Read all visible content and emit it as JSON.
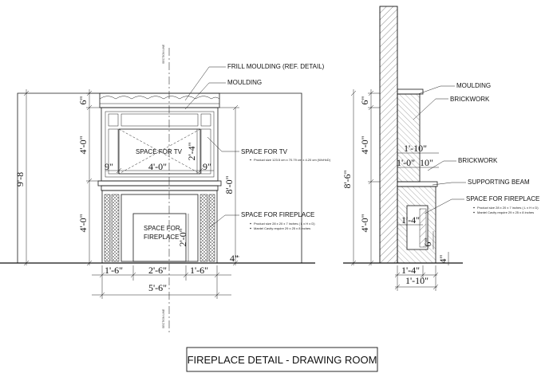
{
  "title": "FIREPLACE DETAIL - DRAWING ROOM",
  "section_line": "SECTION LINE",
  "front": {
    "frill_label": "FRILL MOULDING (REF. DETAIL)",
    "moulding_label": "MOULDING",
    "tv_label": "SPACE FOR TV",
    "tv_callout": "SPACE FOR TV",
    "tv_note": "Product size 123.5 cm x 70.79 cm x 4.20 cm (WxHxD)",
    "fireplace_label_1": "SPACE FOR",
    "fireplace_label_2": "FIREPLACE",
    "fireplace_callout": "SPACE FOR FIREPLACE",
    "fireplace_note_1": "Product size 28 x 20 x 7 inches ( L x H x D)",
    "fireplace_note_2": "Mantel Cavity require 29 x 25 x 8 inches",
    "dims": {
      "top": "6\"",
      "upper": "4'-0\"",
      "total": "9'-8",
      "lower": "4'-0\"",
      "inner_height": "8'-0\"",
      "tv_height": "2'-4\"",
      "tv_width": "4'-0\"",
      "tv_side_left": "9\"",
      "tv_side_right": "9\"",
      "fireplace_height": "2'-0\"",
      "base": "4\"",
      "bottom_left": "1'-6\"",
      "bottom_mid": "2'-6\"",
      "bottom_right": "1'-6\"",
      "bottom_total": "5'-6\""
    }
  },
  "side": {
    "moulding_label": "MOULDING",
    "brick1_label": "BRICKWORK",
    "brick2_label": "BRICKWORK",
    "beam_label": "SUPPORTING BEAM",
    "fireplace_callout": "SPACE FOR FIREPLACE",
    "fireplace_note_1": "Product size 28 x 20 x 7 inches ( L x H x D)",
    "fireplace_note_2": "Mantel Cavity require 29 x 25 x 8 inches",
    "dims": {
      "top": "6\"",
      "upper": "4'-0\"",
      "total": "8'-6\"",
      "lower": "4'-0\"",
      "d1": "1'-10\"",
      "d2": "1'-0\"",
      "d3": "10\"",
      "d4": "1'-4\"",
      "d5": "6\"",
      "base": "4\"",
      "bottom1": "1'-4\"",
      "bottom2": "1'-10\""
    }
  }
}
